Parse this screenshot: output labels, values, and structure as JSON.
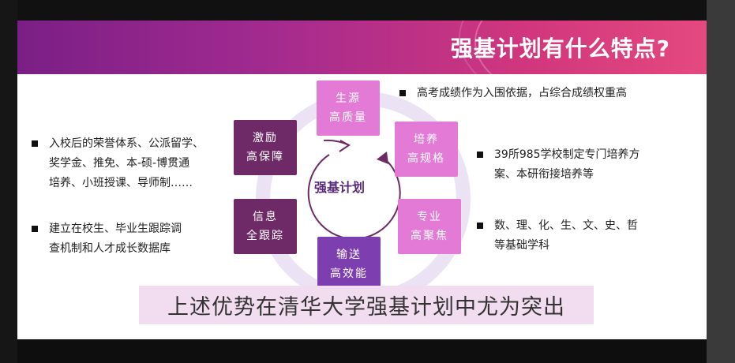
{
  "slide": {
    "title": "强基计划有什么特点?",
    "center_label": "强基计划",
    "nodes": {
      "top": [
        "生源",
        "高质量"
      ],
      "top_right": [
        "培养",
        "高规格"
      ],
      "bottom_right": [
        "专业",
        "高聚焦"
      ],
      "bottom": [
        "输送",
        "高效能"
      ],
      "bottom_left": [
        "信息",
        "全跟踪"
      ],
      "top_left": [
        "激励",
        "高保障"
      ]
    },
    "right_bullets": [
      "高考成绩作为入围依据，占综合成绩权重高",
      [
        "39所985学校制定专门培养方",
        "案、本研衔接培养等"
      ],
      [
        "数、理、化、生、文、史、哲",
        "等基础学科"
      ]
    ],
    "left_bullets": [
      [
        "入校后的荣誉体系、公派留学、",
        "奖学金、推免、本-硕-博贯通",
        "培养、小班授课、导师制……"
      ],
      [
        "建立在校生、毕业生跟踪调",
        "查机制和人才成长数据库"
      ]
    ],
    "highlight": "上述优势在清华大学强基计划中尤为突出"
  },
  "colors": {
    "banner_start": "#7a1f86",
    "banner_end": "#e4497f",
    "node_light": "#e27ad6",
    "node_dark": "#6e2a66",
    "node_mid": "#7d3fb0",
    "ring": "#ebe2f3",
    "highlight_bg": "#f2dcef"
  }
}
